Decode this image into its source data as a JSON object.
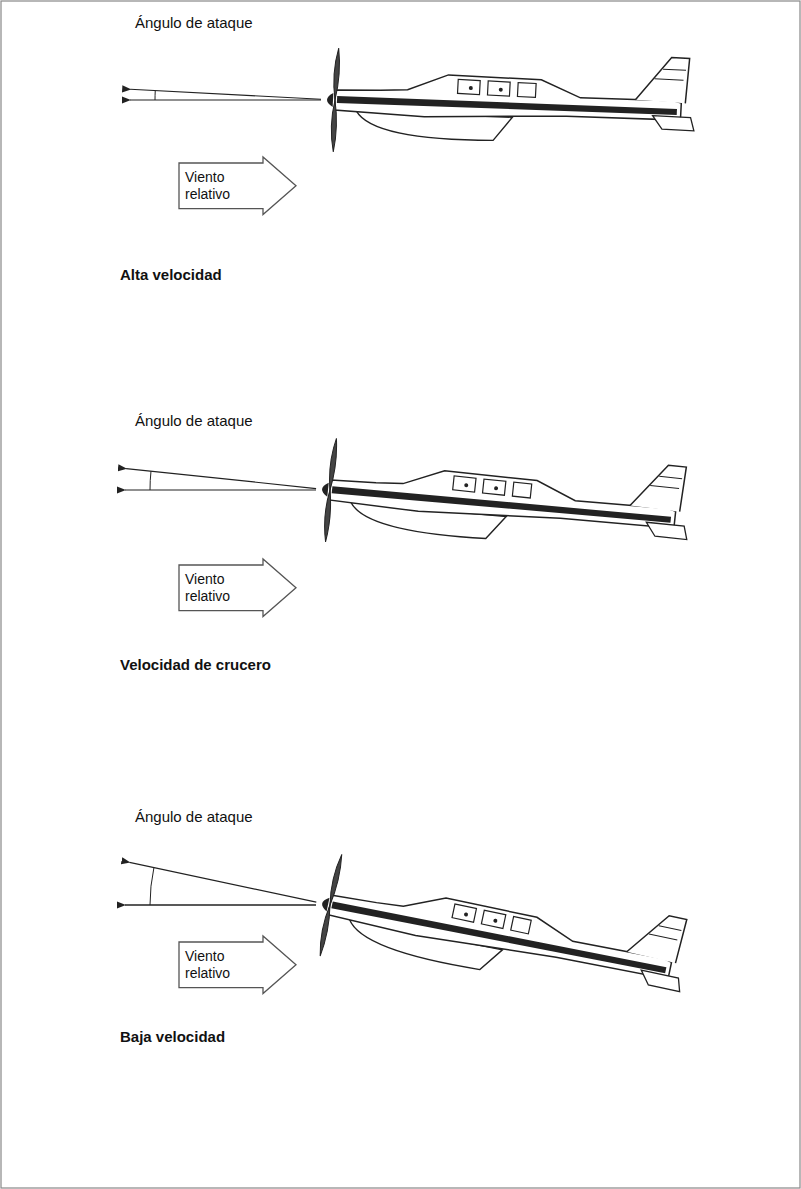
{
  "diagram": {
    "nodes": [
      {
        "text": [
          "Viento relativo"
        ]
      },
      {
        "text": [
          "Viento relativo"
        ]
      },
      {
        "text": [
          "Viento relativo"
        ]
      }
    ],
    "labels": [
      "Ángulo de ataque",
      "Alta velocidad",
      "Ángulo de ataque",
      "Velocidad de crucero",
      "Ángulo de ataque",
      "Baja velocidad"
    ]
  }
}
